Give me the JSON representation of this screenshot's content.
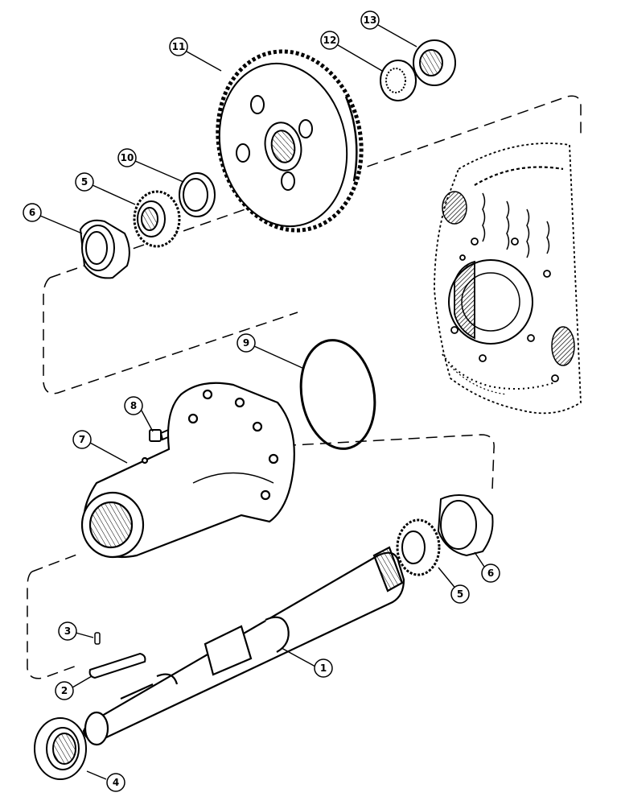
{
  "diagram": {
    "callouts": [
      {
        "id": "c11",
        "label": "11"
      },
      {
        "id": "c12",
        "label": "12"
      },
      {
        "id": "c13",
        "label": "13"
      },
      {
        "id": "c10",
        "label": "10"
      },
      {
        "id": "c5a",
        "label": "5"
      },
      {
        "id": "c6a",
        "label": "6"
      },
      {
        "id": "c9",
        "label": "9"
      },
      {
        "id": "c8",
        "label": "8"
      },
      {
        "id": "c7",
        "label": "7"
      },
      {
        "id": "c3",
        "label": "3"
      },
      {
        "id": "c1",
        "label": "1"
      },
      {
        "id": "c2",
        "label": "2"
      },
      {
        "id": "c5b",
        "label": "5"
      },
      {
        "id": "c6b",
        "label": "6"
      },
      {
        "id": "c4",
        "label": "4"
      }
    ]
  }
}
